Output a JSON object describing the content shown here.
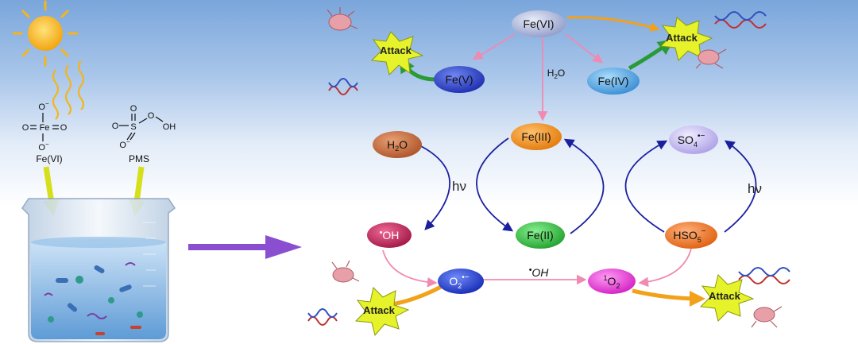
{
  "reagents": {
    "ferrate_label": "Fe(VI)",
    "pms_label": "PMS",
    "ferrate_atoms": {
      "o_minus_top": "O",
      "o_left": "O",
      "fe": "Fe",
      "o_right": "O",
      "o_minus_bottom": "O"
    },
    "pms_atoms": {
      "o_top": "O",
      "s": "S",
      "o_left": "O",
      "o_bridge": "O",
      "oh": "OH",
      "o_bottom": "O"
    }
  },
  "species": {
    "fe6": "Fe(VI)",
    "fe5": "Fe(V)",
    "fe4": "Fe(IV)",
    "fe3": "Fe(III)",
    "fe2": "Fe(II)",
    "h2o_node": {
      "main": "H",
      "sub": "2",
      "tail": "O"
    },
    "so4": {
      "main": "SO",
      "sub": "4",
      "sup": "•−"
    },
    "oh_radical": {
      "sup": "•",
      "main": "OH"
    },
    "hso5": {
      "main": "HSO",
      "sub": "5",
      "sup": "−"
    },
    "o2_radical": {
      "main": "O",
      "sub": "2",
      "sup": "•−"
    },
    "singlet_o2": {
      "sup": "1",
      "main": "O",
      "sub": "2"
    }
  },
  "edge_labels": {
    "h2o_arrow": {
      "main": "H",
      "sub": "2",
      "tail": "O"
    },
    "hv_left": "hν",
    "hv_right": "hν",
    "oh_arrow": {
      "sup": "•",
      "main": "OH"
    }
  },
  "attack_label": "Attack",
  "colors": {
    "fe6": "#a9b3d6",
    "fe5": "#2b3fd0",
    "fe4": "#3fa3e6",
    "fe3": "#f28a14",
    "fe2": "#2fc23a",
    "h2o": "#c86a3a",
    "so4": "#c7bff0",
    "oh_radical": "#c0265a",
    "hso5": "#f2721a",
    "o2_radical": "#1f3fd6",
    "singlet_o2": "#f03ce0",
    "attack_star": "#e6f22a",
    "cycle_arrow": "#1a1f9e",
    "pink_arrow": "#f08ab0",
    "green_arrow": "#2a9a36",
    "orange_arrow": "#f2a21a",
    "purple_arrow": "#8a4fd0",
    "sun": "#f5b51a"
  }
}
